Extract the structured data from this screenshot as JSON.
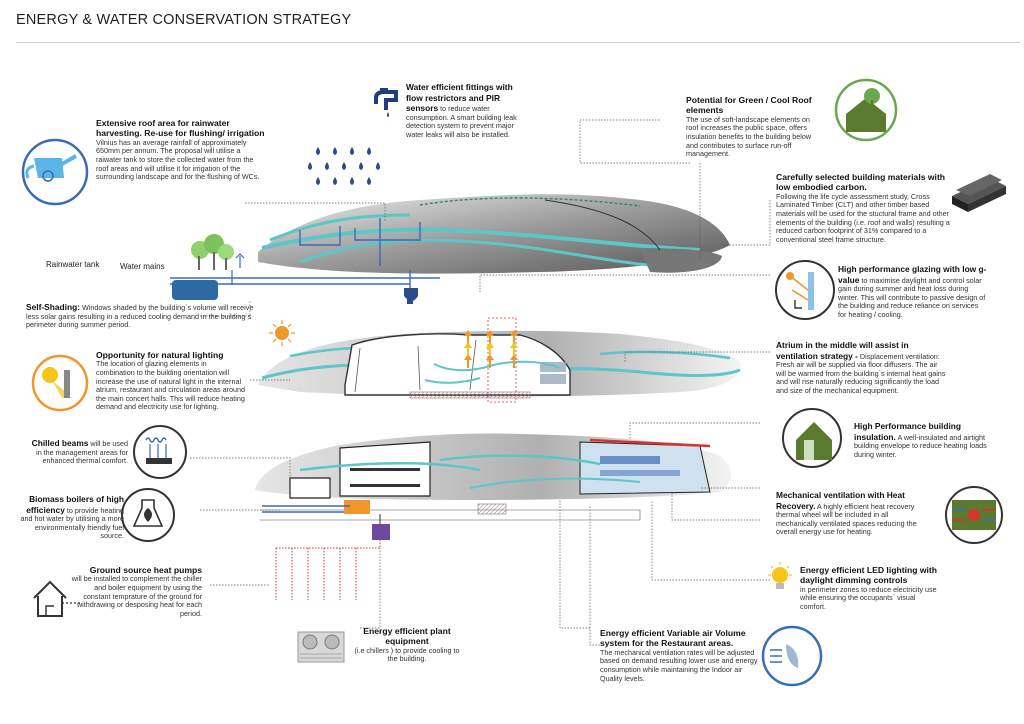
{
  "title": "ENERGY & WATER CONSERVATION STRATEGY",
  "labels": {
    "rainwater_tank": "Rainwater tank",
    "water_mains": "Water mains"
  },
  "blocks": {
    "roof": {
      "heading": "Extensive roof area for rainwater harvesting. Re-use for flushing/ irrigation",
      "body": "Vilnius has an average rainfall of approximately 650mm per annum. The proposal will utilise a raiwater tank to store the collected water from the roof areas and will utilise it for irrigation of the surrounding landscape and for the flushing of WCs."
    },
    "fittings": {
      "heading": "Water efficient fittings with flow restrictors and PIR sensors",
      "body": " to reduce water consumption. A smart building leak detection system to prevent major water leaks will also be installed."
    },
    "green_roof": {
      "heading": "Potential for Green / Cool Roof elements",
      "body": "The use of soft-landscape elements on roof increases the public space, offers insulation benefits to the building below and contributes to surface run-off management."
    },
    "materials": {
      "heading": "Carefully selected building materials with low embodied carbon.",
      "body": "Following the life cycle assessment study, Cross Laminated Timber (CLT) and other timber based materials will be used for the stuctural frame and other elements of the building (i.e. roof and walls) resulting a reduced carbon footprint of 31% compared to a conventional steel frame structure."
    },
    "glazing": {
      "heading": "High performance glazing with low g-value",
      "body": " to maximise daylight and control solar gain during summer and heat loss during winter. This will contribute to passive design of the building and reduce reliance on services for heating / cooling."
    },
    "shading": {
      "heading": "Self-Shading:",
      "body": " Windows shaded by the building`s volume will receive less solar gains resulting in a reduced cooling demand in the building`s perimeter during summer period."
    },
    "lighting": {
      "heading": "Opportunity for natural lighting",
      "body": "The location of  glazing elements in combination to the building orientation will increase the use of natural light  in the internal atrium, restaurant and circulation areas around the main concert halls. This will reduce heating demand and electricity use for lighting."
    },
    "atrium": {
      "heading": "Atrium in the middle will assist in ventilation strategy -",
      "body": " Displacement ventilation: Fresh air will be supplied via floor diffusers. The air will be warmed from the building`s internal heat gains and will rise naturally reducing significantly the load and size of the mechanical equipment."
    },
    "chilled": {
      "heading": "Chilled beams",
      "body": " will be used in the management areas for enhanced thermal comfort."
    },
    "insulation": {
      "heading": "High Performance building insulation.",
      "body": " A well-insulated and airtight building envelope to reduce heating loads during winter."
    },
    "biomass": {
      "heading": "Biomass boilers of high efficiency",
      "body": " to provide heating and hot water by utilising a more environmentally friendly fuel source."
    },
    "mech": {
      "heading": "Mechanical ventilation with Heat Recovery.",
      "body": " A highly efficient heat recovery thermal wheel will be included in all mechanically ventilated spaces reducing the overall energy use for heating."
    },
    "ground": {
      "heading": "Ground source heat pumps",
      "body": "will be installed to complement the chiller and boiler equipment by using the constant temprature of the ground for withdrawing or desposing heat for each period."
    },
    "led": {
      "heading": "Energy efficient LED lighting with daylight dimming controls",
      "body": "in perimeter zones to reduce electricity use while ensuring the occupants` visual comfort."
    },
    "plant": {
      "heading": "Energy efficient plant equipment",
      "body": "(i.e chillers ) to  provide cooling to the building."
    },
    "vav": {
      "heading": "Energy efficient Variable air Volume system for the Restaurant areas.",
      "body": "The mechanical ventilation rates will be adjusted based on demand resulting lower use and energy consumption while maintaining the Indoor air Quality levels."
    }
  },
  "colors": {
    "accent_blue": "#3a6cb5",
    "teal": "#5cc6c9",
    "green": "#6aa84f",
    "orange": "#f0962a",
    "yellow": "#f5c518",
    "red": "#d9342b",
    "brown_green": "#5a7a2e",
    "purple": "#6e4a9e"
  }
}
